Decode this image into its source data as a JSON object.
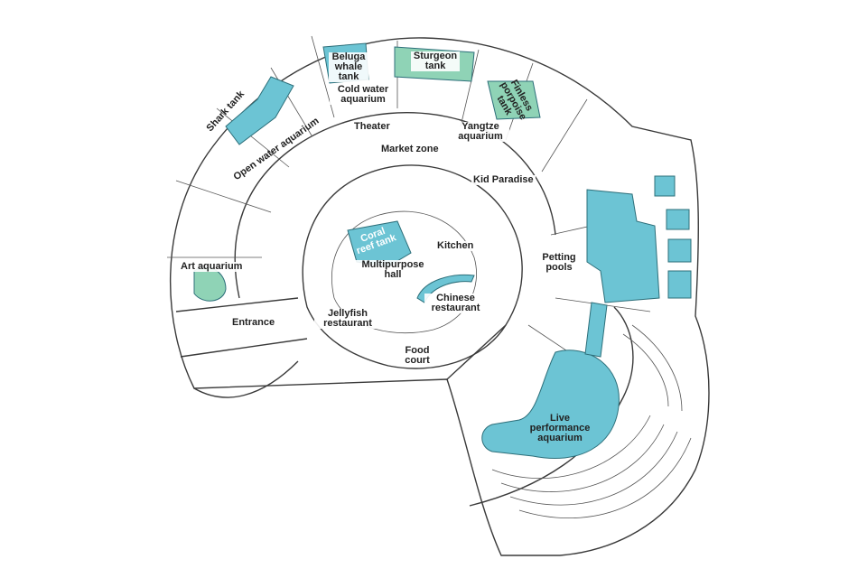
{
  "colors": {
    "water": "#6cc4d4",
    "water_green": "#8fd3b6",
    "wall": "#3a3a3a",
    "background": "#ffffff"
  },
  "labels": {
    "beluga": "Beluga whale tank",
    "sturgeon": "Sturgeon tank",
    "cold_water": "Cold water aquarium",
    "shark": "Shark tank",
    "theater": "Theater",
    "yangtze": "Yangtze aquarium",
    "finless": "Finless porpoise tank",
    "open_water": "Open water aquarium",
    "market": "Market zone",
    "kid": "Kid Paradise",
    "coral": "Coral reef tank",
    "kitchen": "Kitchen",
    "petting": "Petting pools",
    "art": "Art aquarium",
    "multipurpose": "Multipurpose hall",
    "chinese": "Chinese restaurant",
    "jellyfish": "Jellyfish restaurant",
    "entrance": "Entrance",
    "food": "Food court",
    "live": "Live performance aquarium"
  }
}
